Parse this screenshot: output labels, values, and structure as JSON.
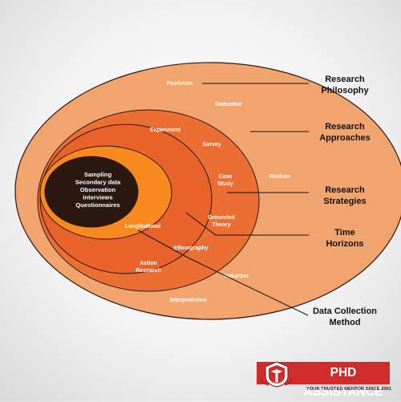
{
  "diagram": {
    "layers": [
      {
        "id": "philosophy",
        "color": "#f2a46e",
        "items": [
          "Postivism",
          "Deductive",
          "Realism",
          "Inductive",
          "Interpretivism"
        ]
      },
      {
        "id": "approaches",
        "color": "#eb6e33",
        "items": [
          "Experiment",
          "Survey",
          "Case\nStudy",
          "Grounded\nTheory",
          "Ethnography",
          "Action\nResearch"
        ]
      },
      {
        "id": "strategies",
        "color": "#e8622a",
        "items": []
      },
      {
        "id": "time",
        "color": "#f7891f",
        "items": [
          "Longitudunal"
        ]
      },
      {
        "id": "core",
        "color": "#2a1710",
        "items": [
          "Sampling\nSecondary data\nObservation\nInterviews\nQuestionnaires"
        ]
      }
    ],
    "callouts": [
      {
        "label": "Research\nPhilosophy"
      },
      {
        "label": "Research\nApproaches"
      },
      {
        "label": "Research\nStrategies"
      },
      {
        "label": "Time\nHorizons"
      },
      {
        "label": "Data Collection\nMethod"
      }
    ],
    "line_color": "#111111",
    "item_text_color": "#ffffff"
  },
  "brand": {
    "name": "PHD ASSISTANCE",
    "tagline": "YOUR TRUSTED MENTOR SINCE 2001",
    "color": "#d12c2c"
  }
}
